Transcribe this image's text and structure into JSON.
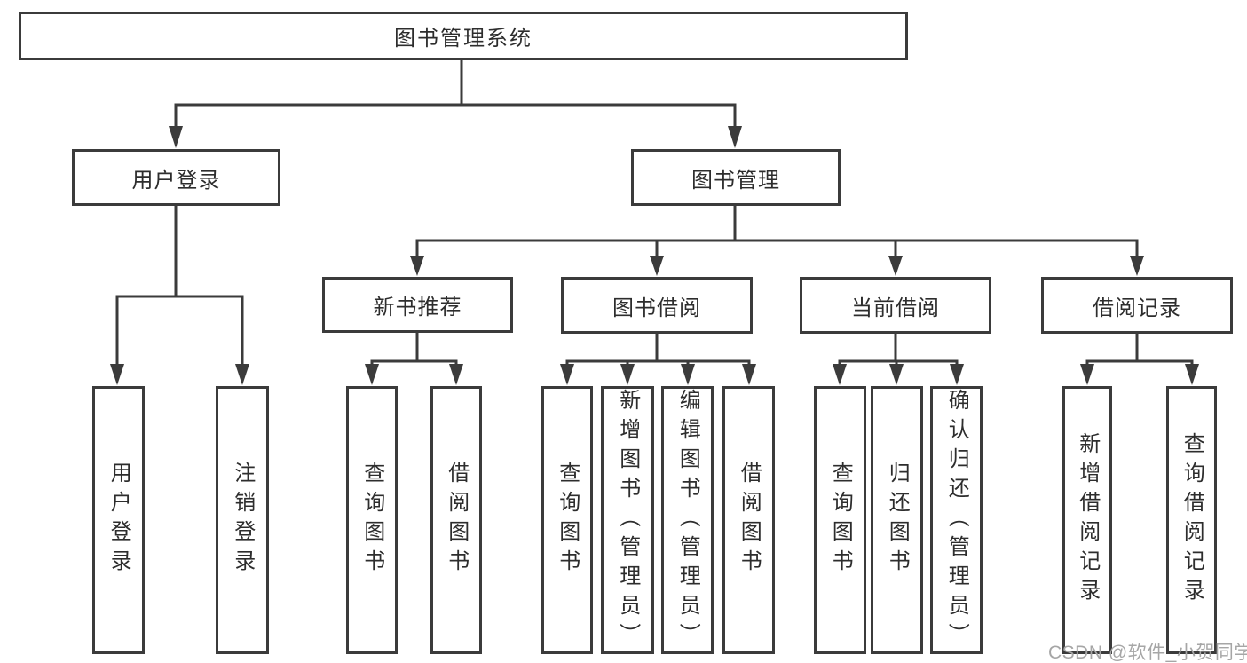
{
  "diagram": {
    "root": {
      "label": "图书管理系统",
      "children": [
        {
          "label": "用户登录",
          "children": [
            {
              "label": "用户登录"
            },
            {
              "label": "注销登录"
            }
          ]
        },
        {
          "label": "图书管理",
          "children": [
            {
              "label": "新书推荐",
              "children": [
                {
                  "label": "查询图书"
                },
                {
                  "label": "借阅图书"
                }
              ]
            },
            {
              "label": "图书借阅",
              "children": [
                {
                  "label": "查询图书"
                },
                {
                  "label": "新增图书（管理员）"
                },
                {
                  "label": "编辑图书（管理员）"
                },
                {
                  "label": "借阅图书"
                }
              ]
            },
            {
              "label": "当前借阅",
              "children": [
                {
                  "label": "查询图书"
                },
                {
                  "label": "归还图书"
                },
                {
                  "label": "确认归还（管理员）"
                }
              ]
            },
            {
              "label": "借阅记录",
              "children": [
                {
                  "label": "新增借阅记录"
                },
                {
                  "label": "查询借阅记录"
                }
              ]
            }
          ]
        }
      ]
    },
    "watermark": "CSDN @软件_小贺同学",
    "colors": {
      "line": "#3b3b3b",
      "text": "#2d2d2d",
      "watermark": "#a6a6a6",
      "background": "#ffffff"
    }
  }
}
